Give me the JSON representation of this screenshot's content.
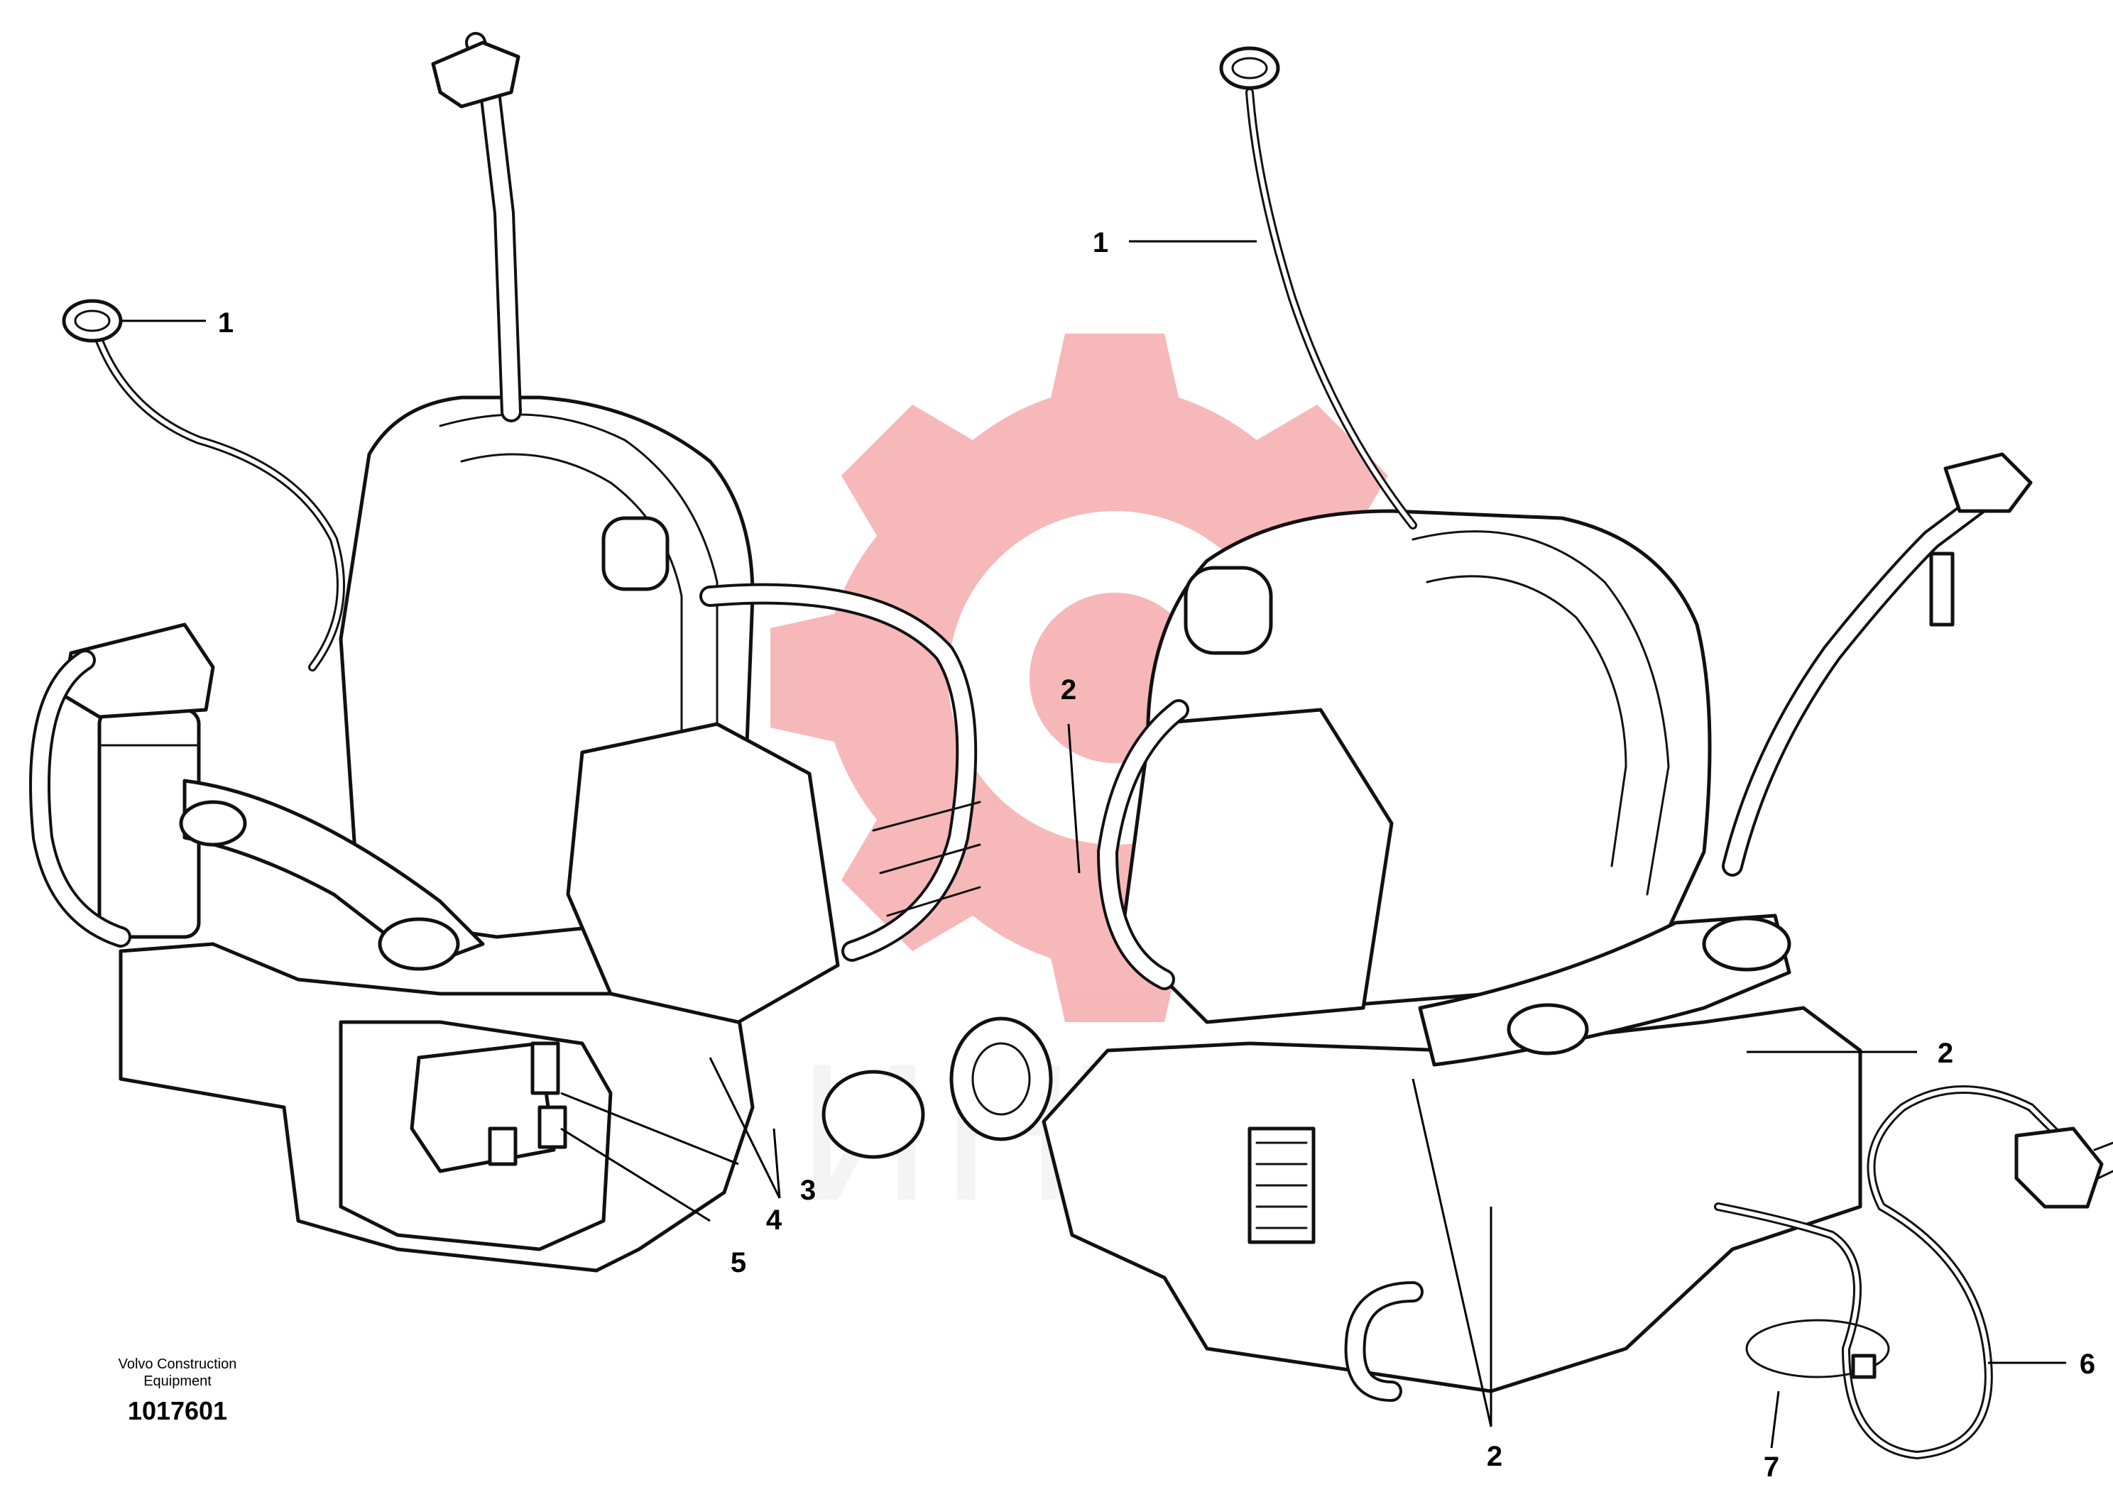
{
  "watermark": {
    "text": "ИНТЕХ",
    "color": "#e8333a"
  },
  "caption": {
    "company_line1": "Volvo Construction",
    "company_line2": "Equipment",
    "drawing_number": "1017601"
  },
  "callouts": {
    "left_1": "1",
    "left_3": "3",
    "left_4": "4",
    "left_5": "5",
    "right_1": "1",
    "right_2_top": "2",
    "right_2_side": "2",
    "right_2_bottom": "2",
    "right_6": "6",
    "right_7": "7"
  }
}
